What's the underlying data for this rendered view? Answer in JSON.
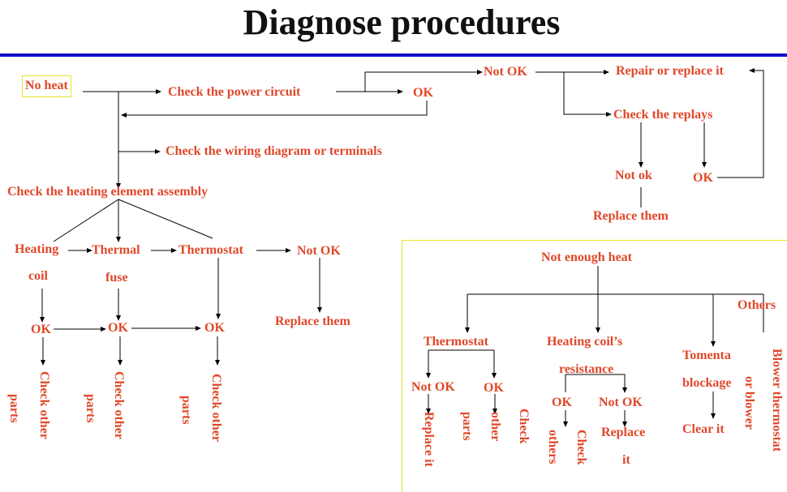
{
  "title": "Diagnose procedures",
  "colors": {
    "text": "#e0482a",
    "rule": "#1010c8",
    "frame": "#e6e62a"
  },
  "no_heat": {
    "start": "No heat",
    "check_power": "Check the power circuit",
    "ok": "OK",
    "not_ok": "Not OK",
    "repair": "Repair or replace it",
    "check_replays": "Check the replays",
    "not_ok_lower": "Not ok",
    "ok2": "OK",
    "replace_them": "Replace them",
    "check_wiring": "Check the wiring diagram or terminals",
    "check_heating": "Check the heating element assembly",
    "heating": "Heating",
    "coil": "coil",
    "thermal": "Thermal",
    "fuse": "fuse",
    "thermostat": "Thermostat",
    "not_ok_right": "Not OK",
    "replace_them2": "Replace them",
    "ok_a": "OK",
    "ok_b": "OK",
    "ok_c": "OK",
    "check_other": "Check other",
    "parts": "parts"
  },
  "not_enough": {
    "title": "Not enough heat",
    "others": "Others",
    "thermostat": "Thermostat",
    "heating_coil": "Heating coil’s",
    "resistance": "resistance",
    "tomenta": "Tomenta",
    "blockage": "blockage",
    "not_ok": "Not OK",
    "ok": "OK",
    "ok2": "OK",
    "not_ok2": "Not OK",
    "replace_it": "Replace it",
    "parts": "parts",
    "other": "other",
    "check": "Check",
    "others_v": "others",
    "check2": "Check",
    "replace": "Replace",
    "it": "it",
    "clear_it": "Clear it",
    "or_blower": "or blower",
    "blower_thermostat": "Blower thermostat"
  }
}
